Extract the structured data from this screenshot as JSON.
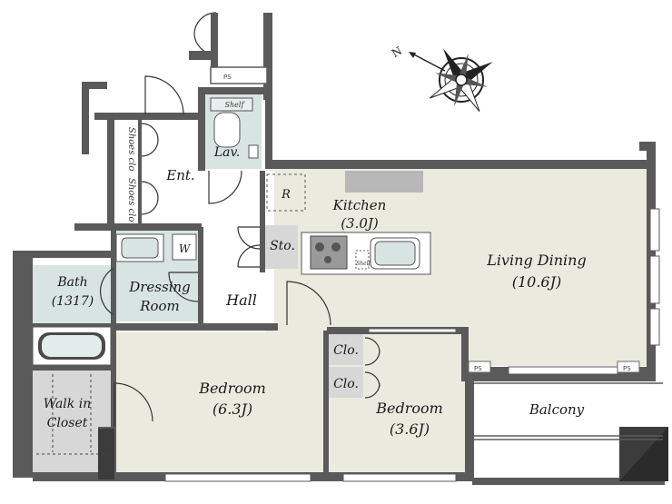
{
  "compass": {
    "north_letter": "N"
  },
  "rooms": {
    "living_dining": {
      "name": "Living Dining",
      "size": "(10.6J)"
    },
    "kitchen": {
      "name": "Kitchen",
      "size": "(3.0J)"
    },
    "bedroom_main": {
      "name": "Bedroom",
      "size": "(6.3J)"
    },
    "bedroom_small": {
      "name": "Bedroom",
      "size": "(3.6J)"
    },
    "balcony": {
      "name": "Balcony"
    },
    "hall": {
      "name": "Hall"
    },
    "entrance": {
      "name": "Ent."
    },
    "lavatory": {
      "name": "Lav."
    },
    "storage": {
      "name": "Sto."
    },
    "dressing_room": {
      "line1": "Dressing",
      "line2": "Room"
    },
    "bath": {
      "line1": "Bath",
      "line2": "(1317)"
    },
    "walk_in_closet": {
      "line1": "Walk in",
      "line2": "Closet"
    },
    "closet_1": {
      "name": "Clo."
    },
    "closet_2": {
      "name": "Clo."
    }
  },
  "fixtures": {
    "refrigerator": "R",
    "washer": "W",
    "shelf_lav": "Shelf",
    "shelf_kitchen": "Shelf",
    "shoes_closet_1": "Shoes clo",
    "shoes_closet_2": "Shoes clo",
    "pipe_space_1": "PS",
    "pipe_space_2": "PS",
    "pipe_space_3": "PS"
  },
  "colors": {
    "wall": "#5a5a5a",
    "room_fill": "#ebeade",
    "wet_fill": "#d8e4e2",
    "storage_fill": "#d7d7d7",
    "window_fill": "#ffffff"
  }
}
